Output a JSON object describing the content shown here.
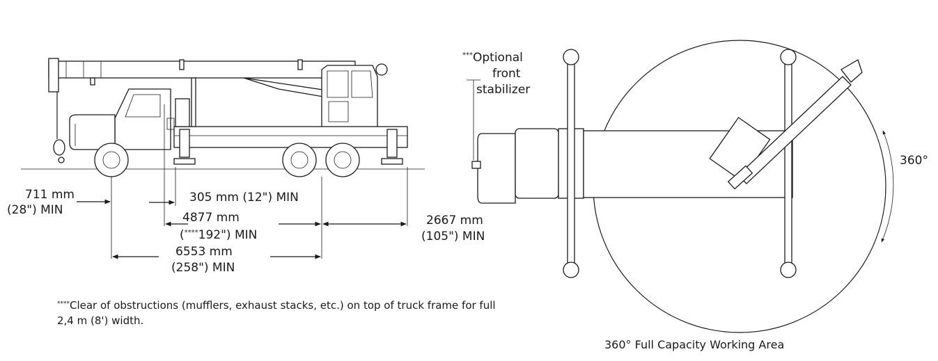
{
  "side_view": {
    "dim_front": {
      "line1": "711 mm",
      "line2": "(28\") MIN"
    },
    "dim_305": {
      "text": "305 mm (12\") MIN"
    },
    "dim_4877": {
      "line1": "4877 mm",
      "prefix": "(",
      "stars": "****",
      "line2": "192\") MIN"
    },
    "dim_2667": {
      "line1": "2667 mm",
      "line2": "(105\") MIN"
    },
    "dim_6553": {
      "line1": "6553 mm",
      "line2": "(258\") MIN"
    }
  },
  "note": {
    "stars": "****",
    "text": "Clear of obstructions (mufflers, exhaust stacks, etc.) on top of truck frame for full 2,4 m (8') width."
  },
  "top_view": {
    "stabilizer": {
      "stars": "***",
      "line1": "Optional",
      "line2": "front",
      "line3": "stabilizer"
    },
    "rotation_label": "360°",
    "caption": "360° Full Capacity Working Area"
  }
}
